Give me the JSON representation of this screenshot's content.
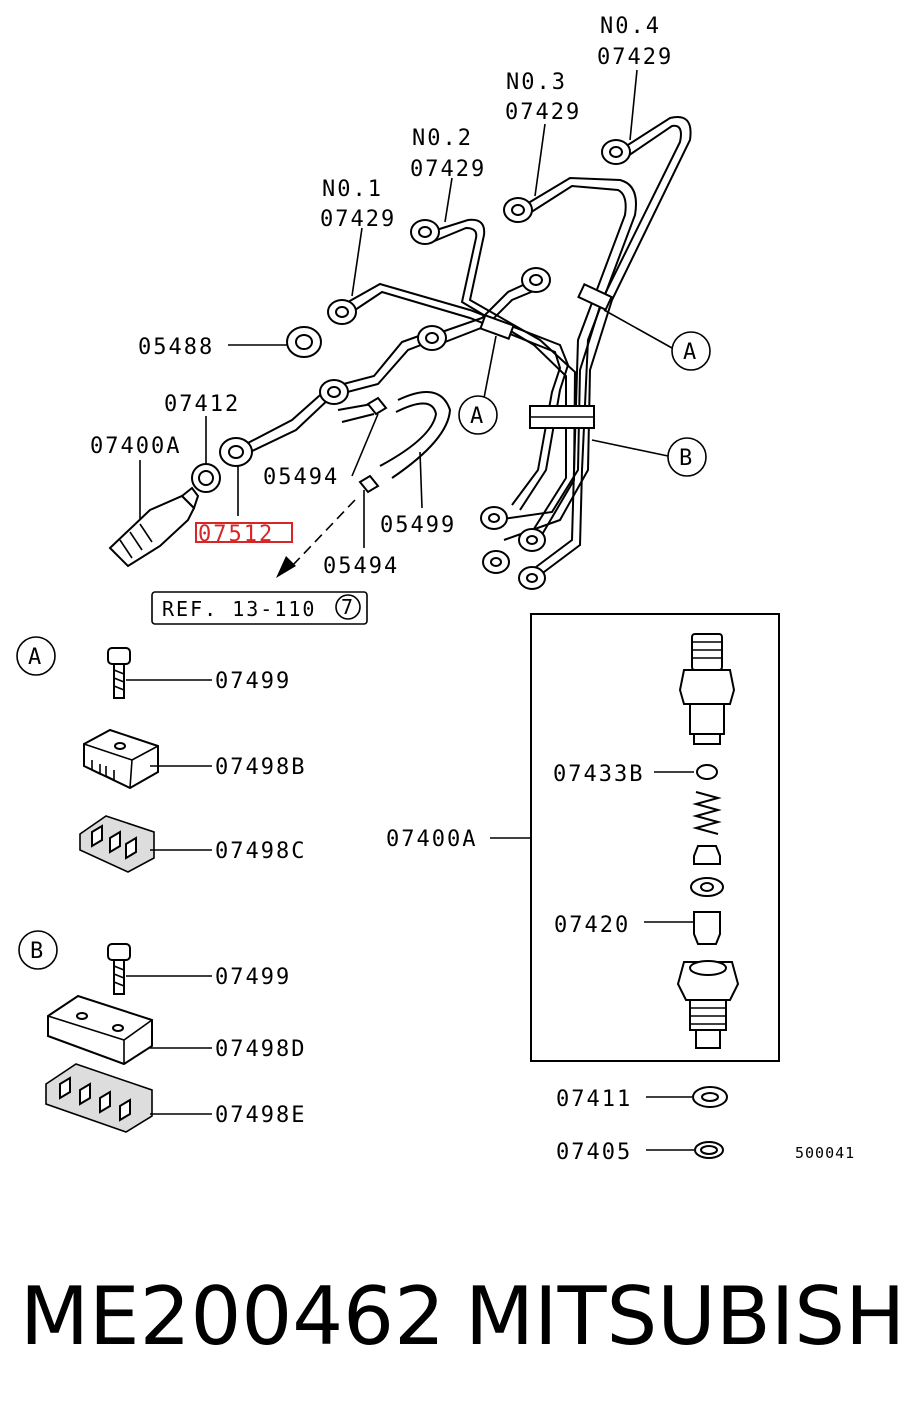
{
  "diagram": {
    "pipe_no1": "N0.1",
    "pipe_no2": "N0.2",
    "pipe_no3": "N0.3",
    "pipe_no4": "N0.4",
    "pipe_part": "07429",
    "nut_left": "05488",
    "gasket": "07412",
    "nozzle_holder": "07400A",
    "nut_highlighted": "07512",
    "clip_upper": "05494",
    "clip_lower": "05494",
    "return_hose": "05499",
    "ref_text": "REF. 13-110",
    "ref_circle": "7",
    "callout_a": "A",
    "callout_b": "B",
    "detail_a": {
      "letter": "A",
      "bolt": "07499",
      "clamp_upper": "07498B",
      "clamp_lower": "07498C"
    },
    "detail_b": {
      "letter": "B",
      "bolt": "07499",
      "clamp_upper": "07498D",
      "clamp_lower": "07498E"
    },
    "nozzle_box": {
      "assembly": "07400A",
      "shim": "07433B",
      "spacer": "07420"
    },
    "washer": "07411",
    "seal": "07405",
    "diagram_code": "500041",
    "highlight_color": "#d62728"
  },
  "footer": {
    "part_number": "ME200462",
    "brand": "MITSUBISHI"
  }
}
